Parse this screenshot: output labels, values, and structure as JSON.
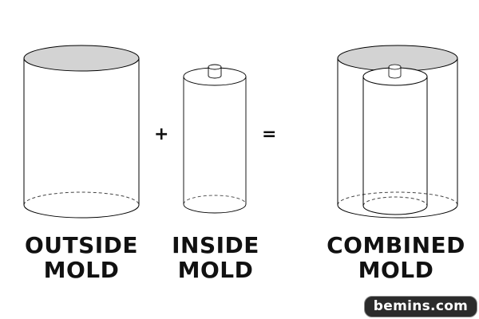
{
  "labels": {
    "outside": {
      "line1": "OUTSIDE",
      "line2": "MOLD"
    },
    "inside": {
      "line1": "INSIDE",
      "line2": "MOLD"
    },
    "combined": {
      "line1": "COMBINED",
      "line2": "MOLD"
    }
  },
  "operators": {
    "plus": "+",
    "equals": "="
  },
  "watermark": "bemins.com",
  "colors": {
    "stroke": "#000000",
    "top_fill": "#d3d3d3",
    "dashed": "#444444"
  }
}
